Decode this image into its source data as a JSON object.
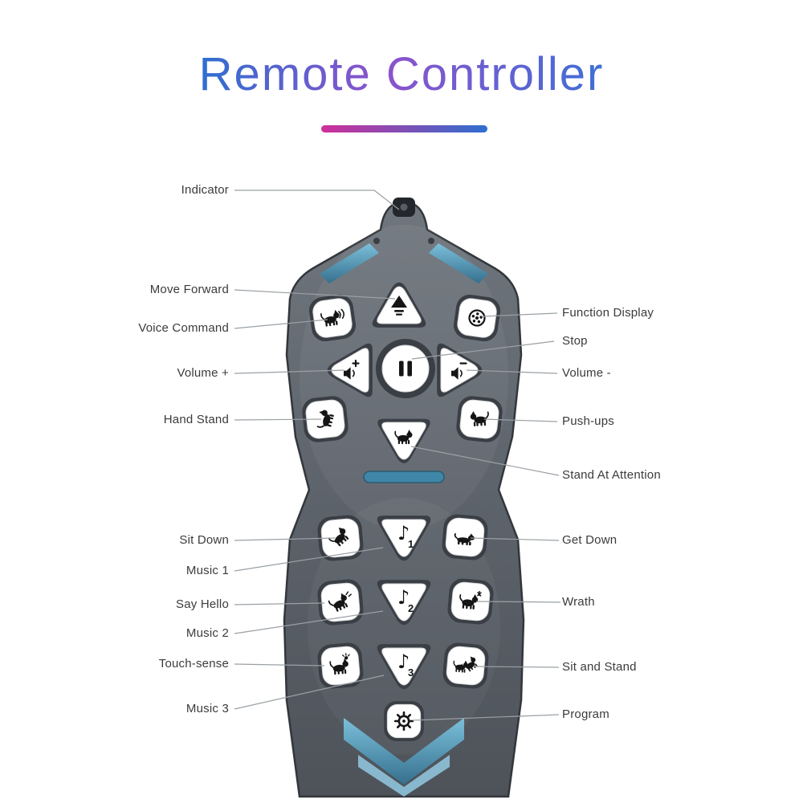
{
  "title": "Remote Controller",
  "callouts": {
    "left": [
      "Indicator",
      "Move Forward",
      "Voice Command",
      "Volume +",
      "Hand Stand",
      "Sit Down",
      "Music 1",
      "Say Hello",
      "Music 2",
      "Touch-sense",
      "Music 3"
    ],
    "right": [
      "Function Display",
      "Stop",
      "Volume -",
      "Push-ups",
      "Stand At Attention",
      "Get Down",
      "Wrath",
      "Sit and Stand",
      "Program"
    ]
  },
  "buttons": [
    {
      "name": "move-forward",
      "label": "Move Forward",
      "icon": "arrow-up-icon"
    },
    {
      "name": "voice-command",
      "label": "Voice Command",
      "icon": "dog-bark-icon"
    },
    {
      "name": "function-display",
      "label": "Function Display",
      "icon": "reel-icon"
    },
    {
      "name": "volume-plus",
      "label": "Volume +",
      "icon": "speaker-plus-icon"
    },
    {
      "name": "stop",
      "label": "Stop",
      "icon": "pause-icon"
    },
    {
      "name": "volume-minus",
      "label": "Volume -",
      "icon": "speaker-minus-icon"
    },
    {
      "name": "hand-stand",
      "label": "Hand Stand",
      "icon": "dog-handstand-icon"
    },
    {
      "name": "push-ups",
      "label": "Push-ups",
      "icon": "dog-pushup-icon"
    },
    {
      "name": "stand-at-attention",
      "label": "Stand At Attention",
      "icon": "dog-stand-icon"
    },
    {
      "name": "sit-down",
      "label": "Sit Down",
      "icon": "dog-sit-icon"
    },
    {
      "name": "music-1",
      "label": "Music 1",
      "icon": "music-note-icon",
      "text": "1"
    },
    {
      "name": "get-down",
      "label": "Get Down",
      "icon": "dog-lie-icon"
    },
    {
      "name": "say-hello",
      "label": "Say Hello",
      "icon": "dog-wave-icon"
    },
    {
      "name": "music-2",
      "label": "Music 2",
      "icon": "music-note-icon",
      "text": "2"
    },
    {
      "name": "wrath",
      "label": "Wrath",
      "icon": "dog-angry-icon"
    },
    {
      "name": "touch-sense",
      "label": "Touch-sense",
      "icon": "dog-touch-icon"
    },
    {
      "name": "music-3",
      "label": "Music 3",
      "icon": "music-note-icon",
      "text": "3"
    },
    {
      "name": "sit-and-stand",
      "label": "Sit and Stand",
      "icon": "dog-sit-stand-icon"
    },
    {
      "name": "program",
      "label": "Program",
      "icon": "gear-icon"
    }
  ],
  "glyphs": {
    "music_note": "♪"
  },
  "colors": {
    "title_gradient": [
      "#2e6fd0",
      "#8d52cc",
      "#3f6fd6"
    ],
    "underline_gradient": [
      "#cf2f9a",
      "#2e6fd0"
    ],
    "remote_body": "#5d636b",
    "accent_teal": "#4a8aa8",
    "button_face": "#ffffff",
    "label_text": "#3b3b3b"
  }
}
